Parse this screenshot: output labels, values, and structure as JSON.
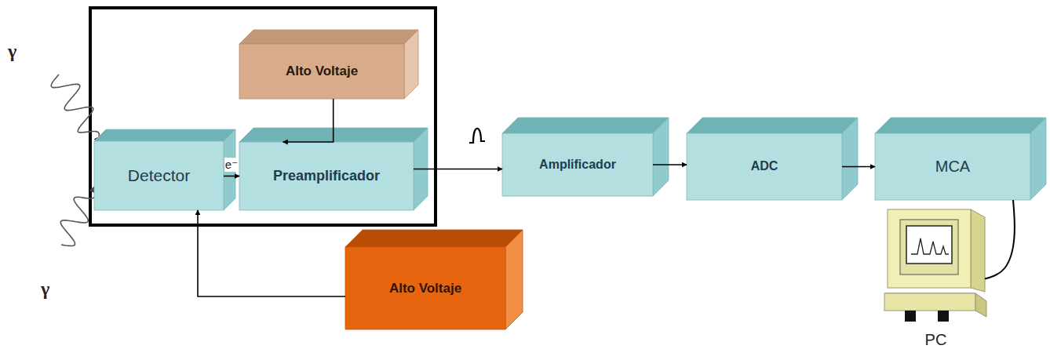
{
  "diagram": {
    "nodes": [
      {
        "text": [
          "Alto Voltaje"
        ]
      },
      {
        "text": [
          "Detector"
        ]
      },
      {
        "text": [
          "Preamplificador"
        ]
      },
      {
        "text": [
          "Amplificador"
        ]
      },
      {
        "text": [
          "ADC"
        ]
      },
      {
        "text": [
          "MCA"
        ]
      },
      {
        "text": [
          "PC"
        ]
      },
      {
        "text": [
          "Alto Voltaje"
        ]
      }
    ],
    "edges": [
      {
        "from": 1,
        "to": 2,
        "arrow": "to",
        "label": "e⁻"
      },
      {
        "from": 0,
        "to": 2,
        "arrow": "to"
      },
      {
        "from": 2,
        "to": 3,
        "arrow": "to"
      },
      {
        "from": 3,
        "to": 4,
        "arrow": "to"
      },
      {
        "from": 4,
        "to": 5,
        "arrow": "to"
      },
      {
        "from": 5,
        "to": 6,
        "arrow": "none"
      },
      {
        "from": 7,
        "to": 1,
        "arrow": "to"
      }
    ],
    "labels": [
      "γ",
      "γ"
    ]
  }
}
